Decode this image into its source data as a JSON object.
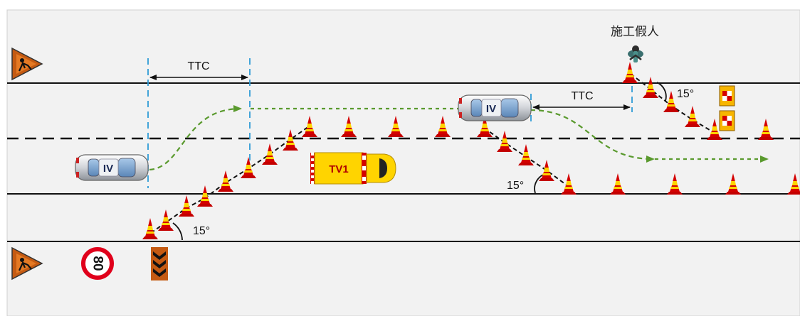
{
  "labels": {
    "ttc_left": "TTC",
    "ttc_right": "TTC",
    "angle_bottom": "15°",
    "angle_middle": "15°",
    "angle_top": "15°",
    "worker_caption": "施工假人",
    "ego_vehicle_left": "IV",
    "ego_vehicle_right": "IV",
    "target_vehicle": "TV1",
    "speed_limit": "80"
  },
  "icons": {
    "work_sign": "construction-worker-warning-icon",
    "speed_sign": "speed-limit-icon",
    "chevron_sign": "chevron-down-icon",
    "cone": "traffic-cone-icon",
    "dummy": "construction-dummy-icon",
    "barrier": "warning-barrier-icon"
  },
  "colors": {
    "background": "#f2f2f2",
    "road_line": "#111111",
    "guide_line": "#2e9bd6",
    "path_arrow": "#5a9a2e",
    "cone_red": "#d40000",
    "cone_yellow": "#ffd400",
    "sign_orange": "#c45a12",
    "truck_yellow": "#ffd400",
    "speed_red": "#e0001b"
  }
}
